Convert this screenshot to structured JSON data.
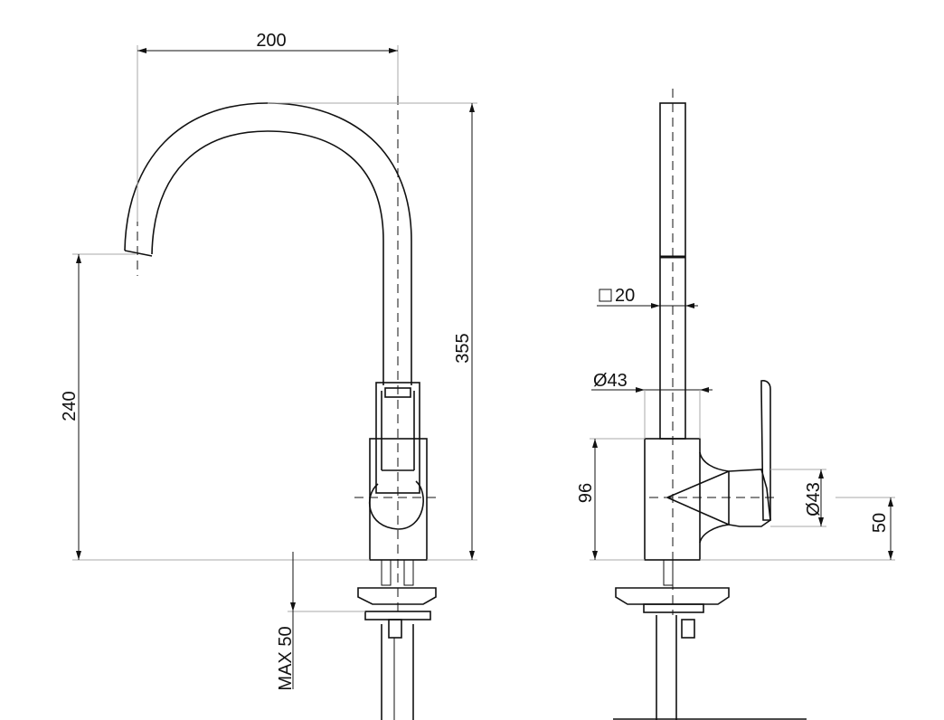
{
  "dimensions": {
    "spout_reach": "200",
    "overall_height": "355",
    "spout_height": "240",
    "max_deck_thickness": "MAX 50",
    "square_section": "20",
    "body_diameter": "Ø43",
    "base_height": "96",
    "handle_diameter": "Ø43",
    "handle_axis_height": "50"
  },
  "icons": {
    "square_section_symbol": "square-section-icon"
  }
}
